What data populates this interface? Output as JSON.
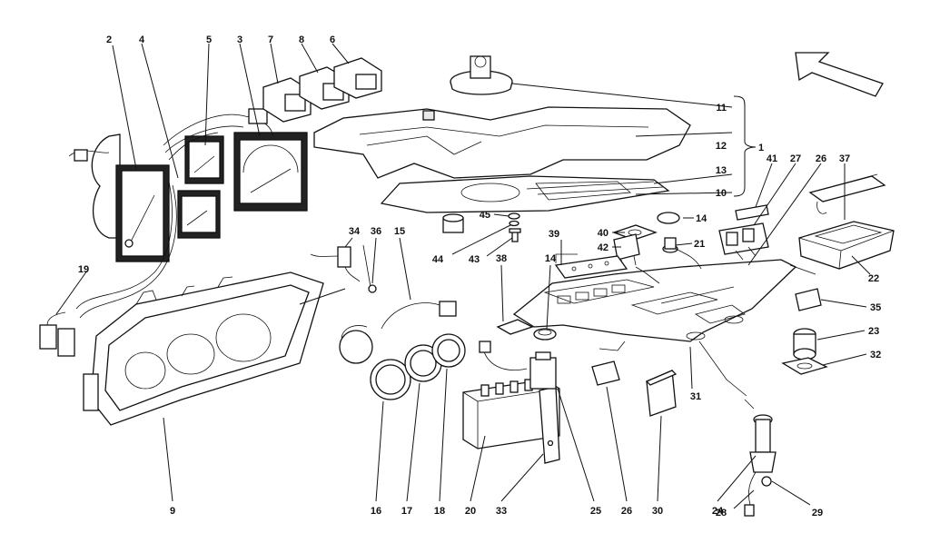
{
  "callouts": [
    {
      "id": "2",
      "text": "2"
    },
    {
      "id": "4",
      "text": "4"
    },
    {
      "id": "5",
      "text": "5"
    },
    {
      "id": "3",
      "text": "3"
    },
    {
      "id": "7",
      "text": "7"
    },
    {
      "id": "8",
      "text": "8"
    },
    {
      "id": "6",
      "text": "6"
    },
    {
      "id": "11",
      "text": "11"
    },
    {
      "id": "12",
      "text": "12"
    },
    {
      "id": "13",
      "text": "13"
    },
    {
      "id": "10",
      "text": "10"
    },
    {
      "id": "1",
      "text": "1"
    },
    {
      "id": "41",
      "text": "41"
    },
    {
      "id": "27",
      "text": "27"
    },
    {
      "id": "26a",
      "text": "26"
    },
    {
      "id": "37",
      "text": "37"
    },
    {
      "id": "45",
      "text": "45"
    },
    {
      "id": "14a",
      "text": "14"
    },
    {
      "id": "40",
      "text": "40"
    },
    {
      "id": "21",
      "text": "21"
    },
    {
      "id": "44",
      "text": "44"
    },
    {
      "id": "43",
      "text": "43"
    },
    {
      "id": "42",
      "text": "42"
    },
    {
      "id": "39",
      "text": "39"
    },
    {
      "id": "38",
      "text": "38"
    },
    {
      "id": "14b",
      "text": "14"
    },
    {
      "id": "34",
      "text": "34"
    },
    {
      "id": "36",
      "text": "36"
    },
    {
      "id": "15",
      "text": "15"
    },
    {
      "id": "19",
      "text": "19"
    },
    {
      "id": "22",
      "text": "22"
    },
    {
      "id": "35",
      "text": "35"
    },
    {
      "id": "23",
      "text": "23"
    },
    {
      "id": "32",
      "text": "32"
    },
    {
      "id": "31",
      "text": "31"
    },
    {
      "id": "9",
      "text": "9"
    },
    {
      "id": "16",
      "text": "16"
    },
    {
      "id": "17",
      "text": "17"
    },
    {
      "id": "18",
      "text": "18"
    },
    {
      "id": "20",
      "text": "20"
    },
    {
      "id": "33",
      "text": "33"
    },
    {
      "id": "25",
      "text": "25"
    },
    {
      "id": "26b",
      "text": "26"
    },
    {
      "id": "30",
      "text": "30"
    },
    {
      "id": "24",
      "text": "24"
    },
    {
      "id": "28",
      "text": "28"
    },
    {
      "id": "29",
      "text": "29"
    }
  ]
}
